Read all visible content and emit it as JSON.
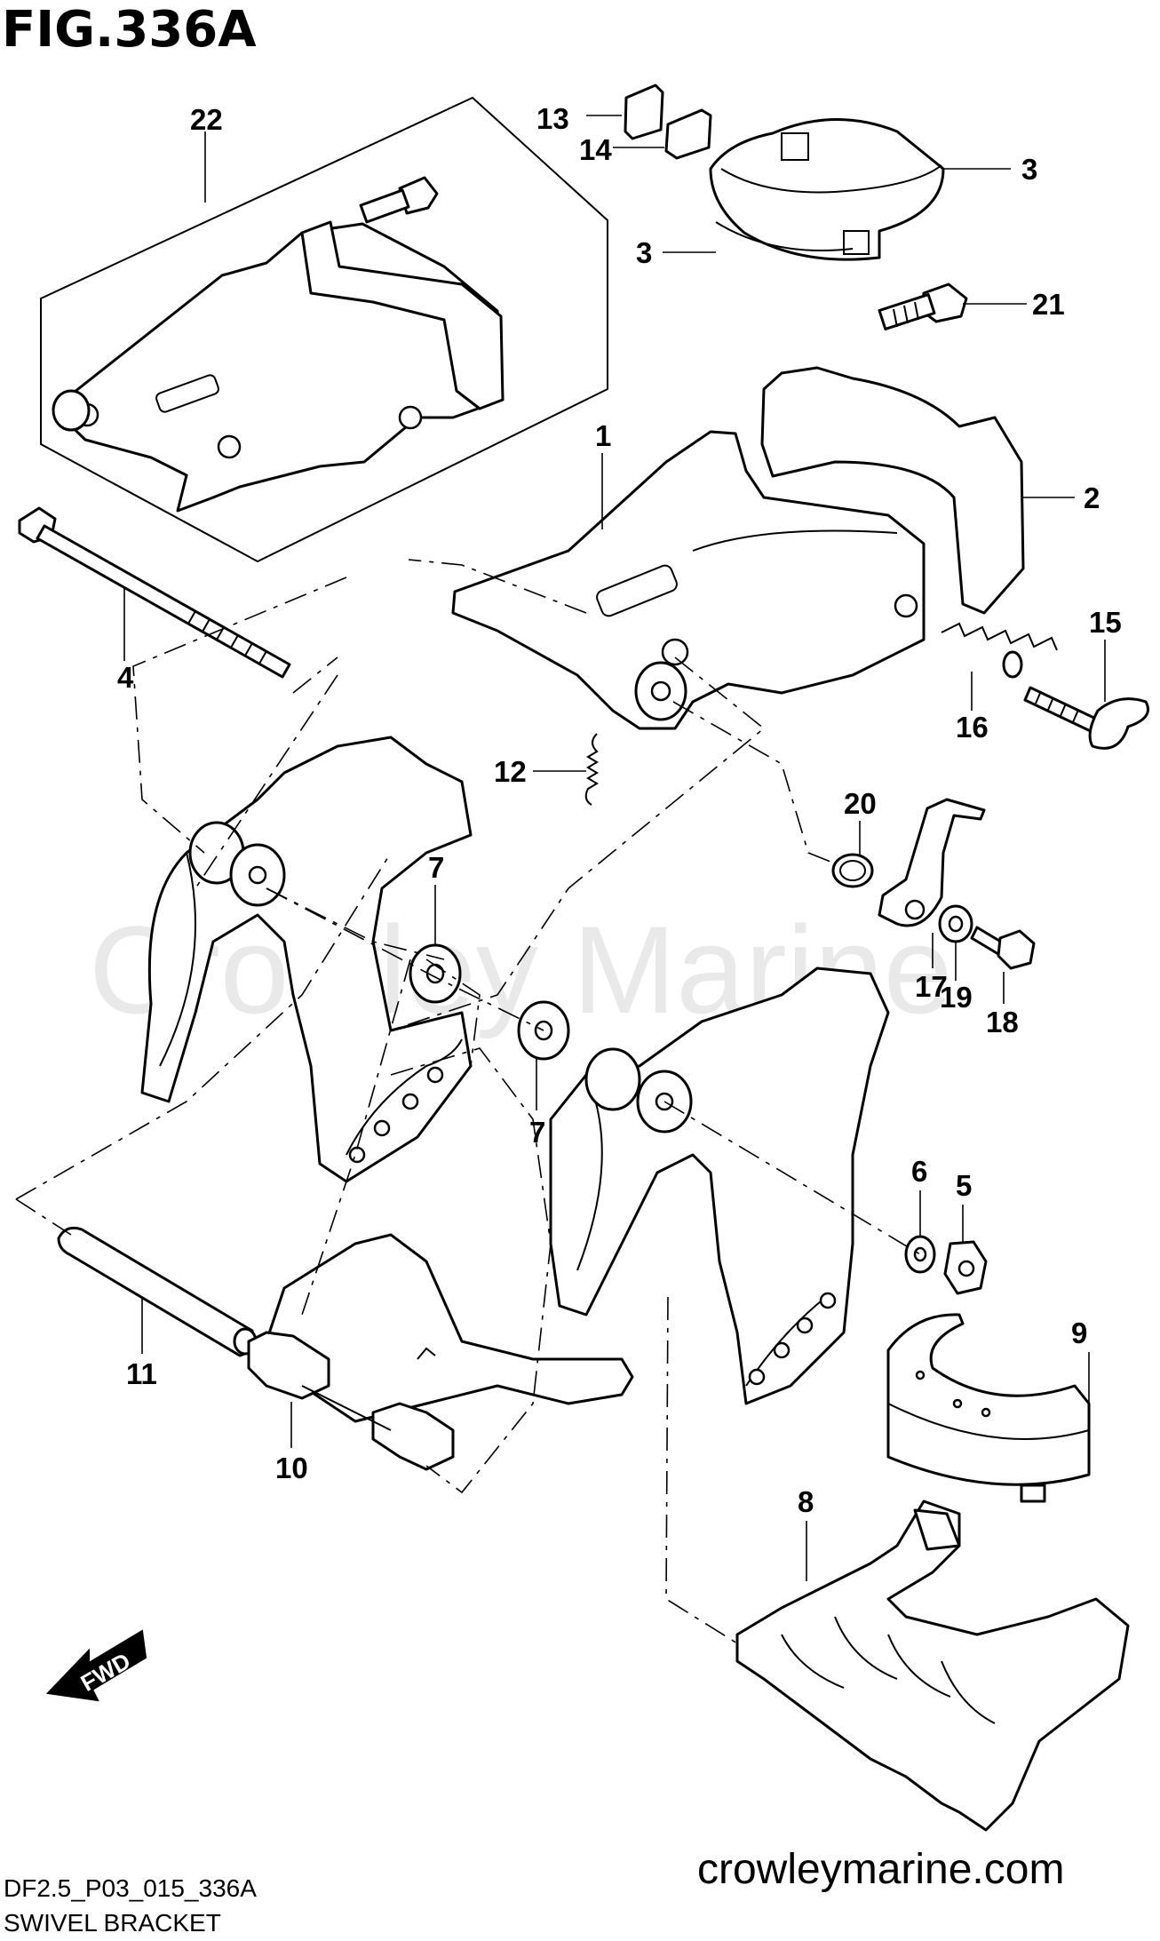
{
  "figure": {
    "title": "FIG.336A",
    "code": "DF2.5_P03_015_336A",
    "caption": "SWIVEL BRACKET",
    "website": "crowleymarine.com",
    "watermark": "Crowley Marine",
    "fwd_label": "FWD"
  },
  "callouts": {
    "c1": "1",
    "c2": "2",
    "c3a": "3",
    "c3b": "3",
    "c4": "4",
    "c5": "5",
    "c6": "6",
    "c7a": "7",
    "c7b": "7",
    "c8": "8",
    "c9": "9",
    "c10": "10",
    "c11": "11",
    "c12": "12",
    "c13": "13",
    "c14": "14",
    "c15": "15",
    "c16": "16",
    "c17": "17",
    "c18": "18",
    "c19": "19",
    "c20": "20",
    "c21": "21",
    "c22": "22"
  }
}
